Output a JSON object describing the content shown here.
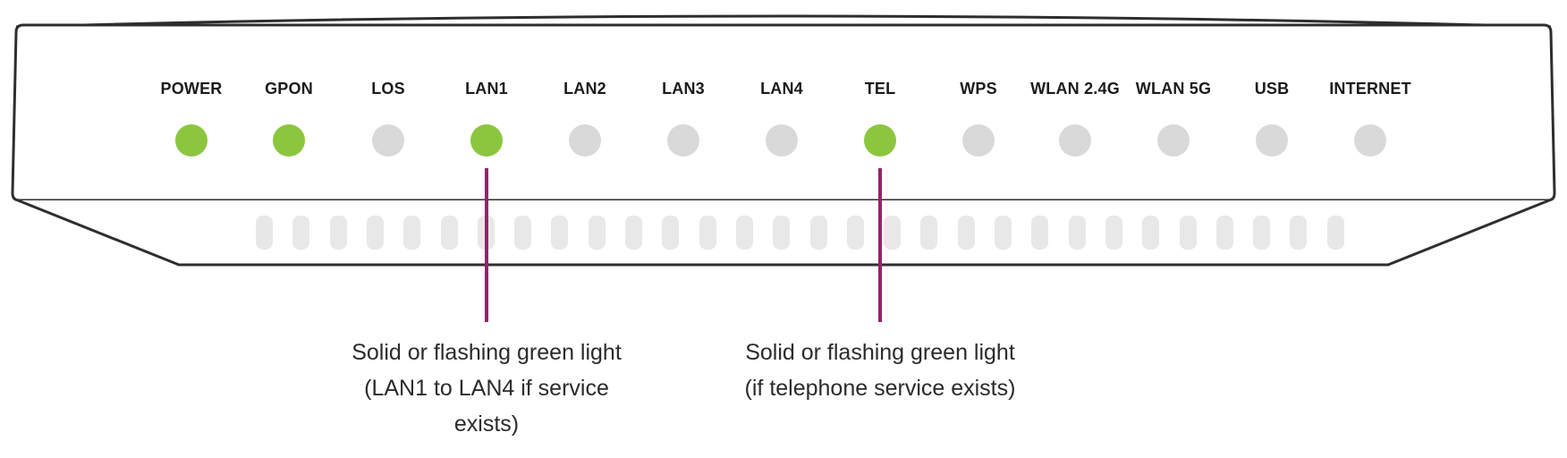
{
  "leds": [
    {
      "label": "POWER",
      "state": "on"
    },
    {
      "label": "GPON",
      "state": "on"
    },
    {
      "label": "LOS",
      "state": "off"
    },
    {
      "label": "LAN1",
      "state": "on"
    },
    {
      "label": "LAN2",
      "state": "off"
    },
    {
      "label": "LAN3",
      "state": "off"
    },
    {
      "label": "LAN4",
      "state": "off"
    },
    {
      "label": "TEL",
      "state": "on"
    },
    {
      "label": "WPS",
      "state": "off"
    },
    {
      "label": "WLAN 2.4G",
      "state": "off"
    },
    {
      "label": "WLAN 5G",
      "state": "off"
    },
    {
      "label": "USB",
      "state": "off"
    },
    {
      "label": "INTERNET",
      "state": "off"
    }
  ],
  "callouts": [
    {
      "target": "LAN1",
      "text": "Solid or flashing green light (LAN1 to LAN4 if service exists)"
    },
    {
      "target": "TEL",
      "text": "Solid or flashing green light (if telephone service exists)"
    }
  ],
  "colors": {
    "led_on": "#8cc63f",
    "led_off": "#d9d9d9",
    "callout_line": "#9c1f6b",
    "outline": "#2e2e2e",
    "vent": "#e8e8e8"
  }
}
